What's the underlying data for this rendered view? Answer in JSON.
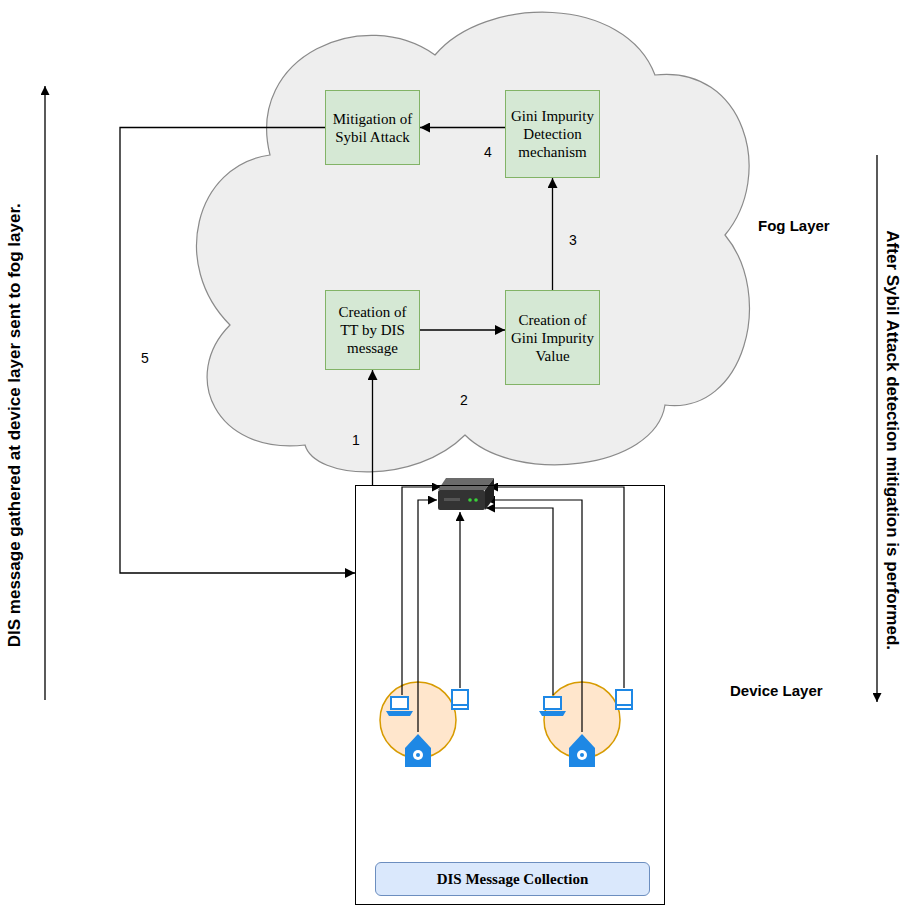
{
  "diagram": {
    "nodes": [
      {
        "text": [
          "Fog Layer"
        ]
      },
      {
        "text": [
          "Mitigation of Sybil Attack"
        ],
        "in": 0
      },
      {
        "text": [
          "Gini Impurity Detection mechanism"
        ],
        "in": 0
      },
      {
        "text": [
          "Creation of TT by DIS message"
        ],
        "in": 0
      },
      {
        "text": [
          "Creation of Gini Impurity Value"
        ],
        "in": 0
      },
      {
        "text": [
          "Device Layer"
        ]
      },
      {
        "text": [
          "DIS Message Collection"
        ],
        "in": 5
      }
    ],
    "edges": [
      {
        "from": 5,
        "to": 3,
        "arrow": "to",
        "label": "1"
      },
      {
        "from": 3,
        "to": 4,
        "arrow": "to",
        "label": "2"
      },
      {
        "from": 4,
        "to": 2,
        "arrow": "to",
        "label": "3"
      },
      {
        "from": 2,
        "to": 1,
        "arrow": "to",
        "label": "4"
      },
      {
        "from": 1,
        "to": 5,
        "arrow": "to",
        "label": "5"
      }
    ],
    "labels": [
      "DIS message gathered at device layer sent to fog layer.",
      "After Sybil Attack detection mitigation is performed."
    ]
  }
}
